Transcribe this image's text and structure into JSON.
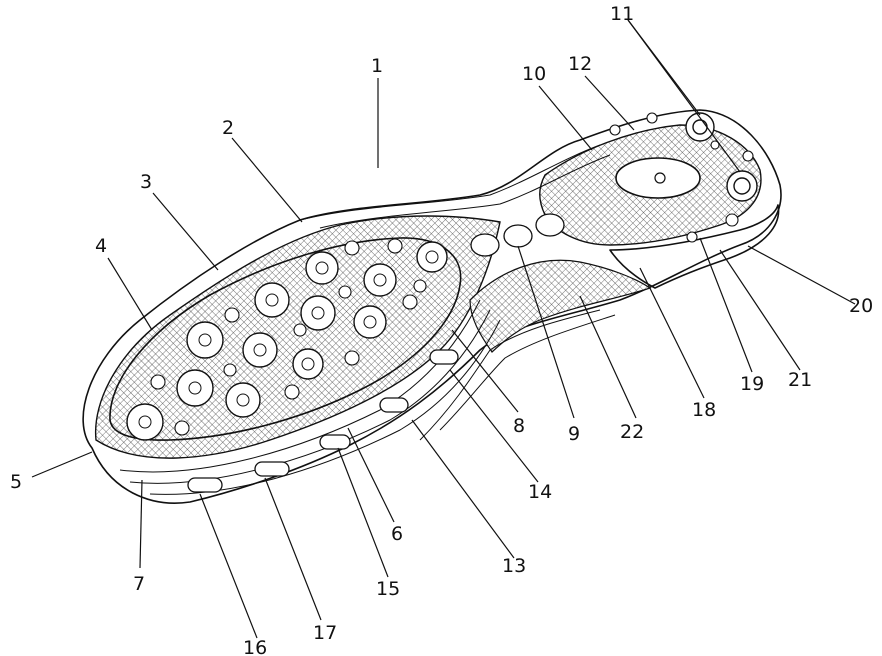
{
  "figure": {
    "labels": [
      {
        "id": "1",
        "text": "1"
      },
      {
        "id": "2",
        "text": "2"
      },
      {
        "id": "3",
        "text": "3"
      },
      {
        "id": "4",
        "text": "4"
      },
      {
        "id": "5",
        "text": "5"
      },
      {
        "id": "6",
        "text": "6"
      },
      {
        "id": "7",
        "text": "7"
      },
      {
        "id": "8",
        "text": "8"
      },
      {
        "id": "9",
        "text": "9"
      },
      {
        "id": "10",
        "text": "10"
      },
      {
        "id": "11",
        "text": "11"
      },
      {
        "id": "12",
        "text": "12"
      },
      {
        "id": "13",
        "text": "13"
      },
      {
        "id": "14",
        "text": "14"
      },
      {
        "id": "15",
        "text": "15"
      },
      {
        "id": "16",
        "text": "16"
      },
      {
        "id": "17",
        "text": "17"
      },
      {
        "id": "18",
        "text": "18"
      },
      {
        "id": "19",
        "text": "19"
      },
      {
        "id": "20",
        "text": "20"
      },
      {
        "id": "21",
        "text": "21"
      },
      {
        "id": "22",
        "text": "22"
      }
    ]
  }
}
